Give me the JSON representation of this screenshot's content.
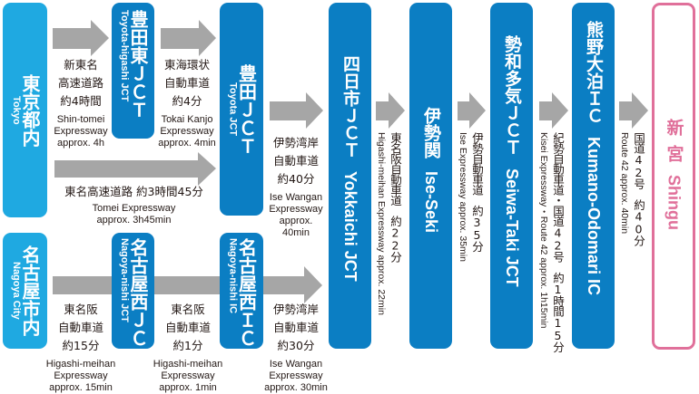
{
  "colors": {
    "origin_box": "#1fa9e1",
    "junction_box": "#0b7ec3",
    "destination_border": "#e0709a",
    "arrow": "#a6a6a6"
  },
  "nodes": {
    "tokyo": {
      "ja": "東京都内",
      "en": "Tokyo"
    },
    "nagoya": {
      "ja": "名古屋市内",
      "en": "Nagoya City"
    },
    "toyota_higashi": {
      "ja": "豊田東ＪＣＴ",
      "en": "Toyota-higashi JCT"
    },
    "toyota": {
      "ja": "豊田ＪＣＴ",
      "en": "Toyota JCT"
    },
    "nagoya_nishi_jct": {
      "ja": "名古屋西ＪＣＴ",
      "en": "Nagoya-nishi JCT"
    },
    "nagoya_nishi_ic": {
      "ja": "名古屋西ＩＣ",
      "en": "Nagoya-nishi IC"
    },
    "yokkaichi": {
      "ja": "四日市ＪＣＴ",
      "en": "Yokkaichi JCT"
    },
    "ise_seki": {
      "ja": "伊勢関",
      "en": "Ise-Seki"
    },
    "seiwa_taki": {
      "ja": "勢和多気ＪＣＴ",
      "en": "Seiwa-Taki JCT"
    },
    "kumano_odomari": {
      "ja": "熊野大泊ＩＣ",
      "en": "Kumano-Odomari IC"
    },
    "shingu": {
      "ja": "新宮",
      "en": "Shingu"
    }
  },
  "routes": {
    "shin_tomei": {
      "ja": [
        "新東名",
        "高速道路",
        "約4時間"
      ],
      "en": [
        "Shin-tomei",
        "Expressway",
        "approx. 4h"
      ]
    },
    "tokai_kanjo": {
      "ja": [
        "東海環状",
        "自動車道",
        "約4分"
      ],
      "en": [
        "Tokai Kanjo",
        "Expressway",
        "approx. 4min"
      ]
    },
    "tomei": {
      "ja": "東名高速道路 約3時間45分",
      "en": [
        "Tomei Expressway",
        "approx. 3h45min"
      ]
    },
    "ise_wangan_40": {
      "ja": [
        "伊勢湾岸",
        "自動車道",
        "約40分"
      ],
      "en": [
        "Ise Wangan",
        "Expressway",
        "approx.",
        "40min"
      ]
    },
    "higashi_meihan_15": {
      "ja": [
        "東名阪",
        "自動車道",
        "約15分"
      ],
      "en": [
        "Higashi-meihan",
        "Expressway",
        "approx. 15min"
      ]
    },
    "higashi_meihan_1": {
      "ja": [
        "東名阪",
        "自動車道",
        "約1分"
      ],
      "en": [
        "Higashi-meihan",
        "Expressway",
        "approx. 1min"
      ]
    },
    "ise_wangan_30": {
      "ja": [
        "伊勢湾岸",
        "自動車道",
        "約30分"
      ],
      "en": [
        "Ise Wangan",
        "Expressway",
        "approx. 30min"
      ]
    },
    "higashi_meihan_22": {
      "ja": "東名阪自動車道　約22分",
      "en": "Higashi-meihan Expressway approx. 22min"
    },
    "ise_35": {
      "ja": "伊勢自動車道　約35分",
      "en": "Ise Expressway approx. 35min"
    },
    "kisei_75": {
      "ja": "紀勢自動車道・国道42号　約1時間15分",
      "en": "Kisei Expressway・Route 42 approx. 1h15min"
    },
    "route42_40": {
      "ja": "国道42号　約40分",
      "en": "Route 42 approx. 40min"
    }
  }
}
